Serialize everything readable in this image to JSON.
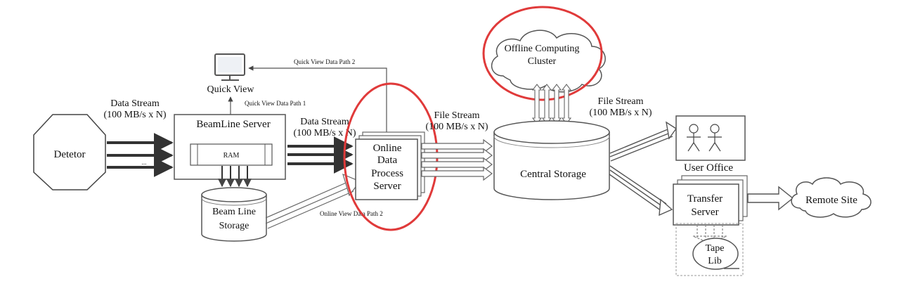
{
  "nodes": {
    "detector": "Detetor",
    "quick_view": "Quick View",
    "beamline_server": "BeamLine Server",
    "ram": "RAM",
    "ellipsis": "...",
    "beamline_storage": [
      "Beam Line",
      "Storage"
    ],
    "online_server": [
      "Online",
      "Data",
      "Process",
      "Server"
    ],
    "offline_cluster": [
      "Offline Computing",
      "Cluster"
    ],
    "central_storage": "Central Storage",
    "user_office": "User Office",
    "transfer_server": [
      "Transfer",
      "Server"
    ],
    "tape_lib": [
      "Tape",
      "Lib"
    ],
    "remote_site": "Remote Site"
  },
  "labels": {
    "data_stream_1": [
      "Data Stream",
      "(100 MB/s x N)"
    ],
    "data_stream_2": [
      "Data Stream",
      "(100 MB/s x N)"
    ],
    "file_stream_1": [
      "File Stream",
      "(100 MB/s x N)"
    ],
    "file_stream_2": [
      "File Stream",
      "(100 MB/s x N)"
    ],
    "quick_view_path_1": "Quick View Data Path 1",
    "quick_view_path_2": "Quick View Data Path 2",
    "online_view_path_2": "Online View Data Path 2"
  },
  "colors": {
    "highlight": "#e03a3a",
    "line": "#444444",
    "box_border": "#555555"
  }
}
